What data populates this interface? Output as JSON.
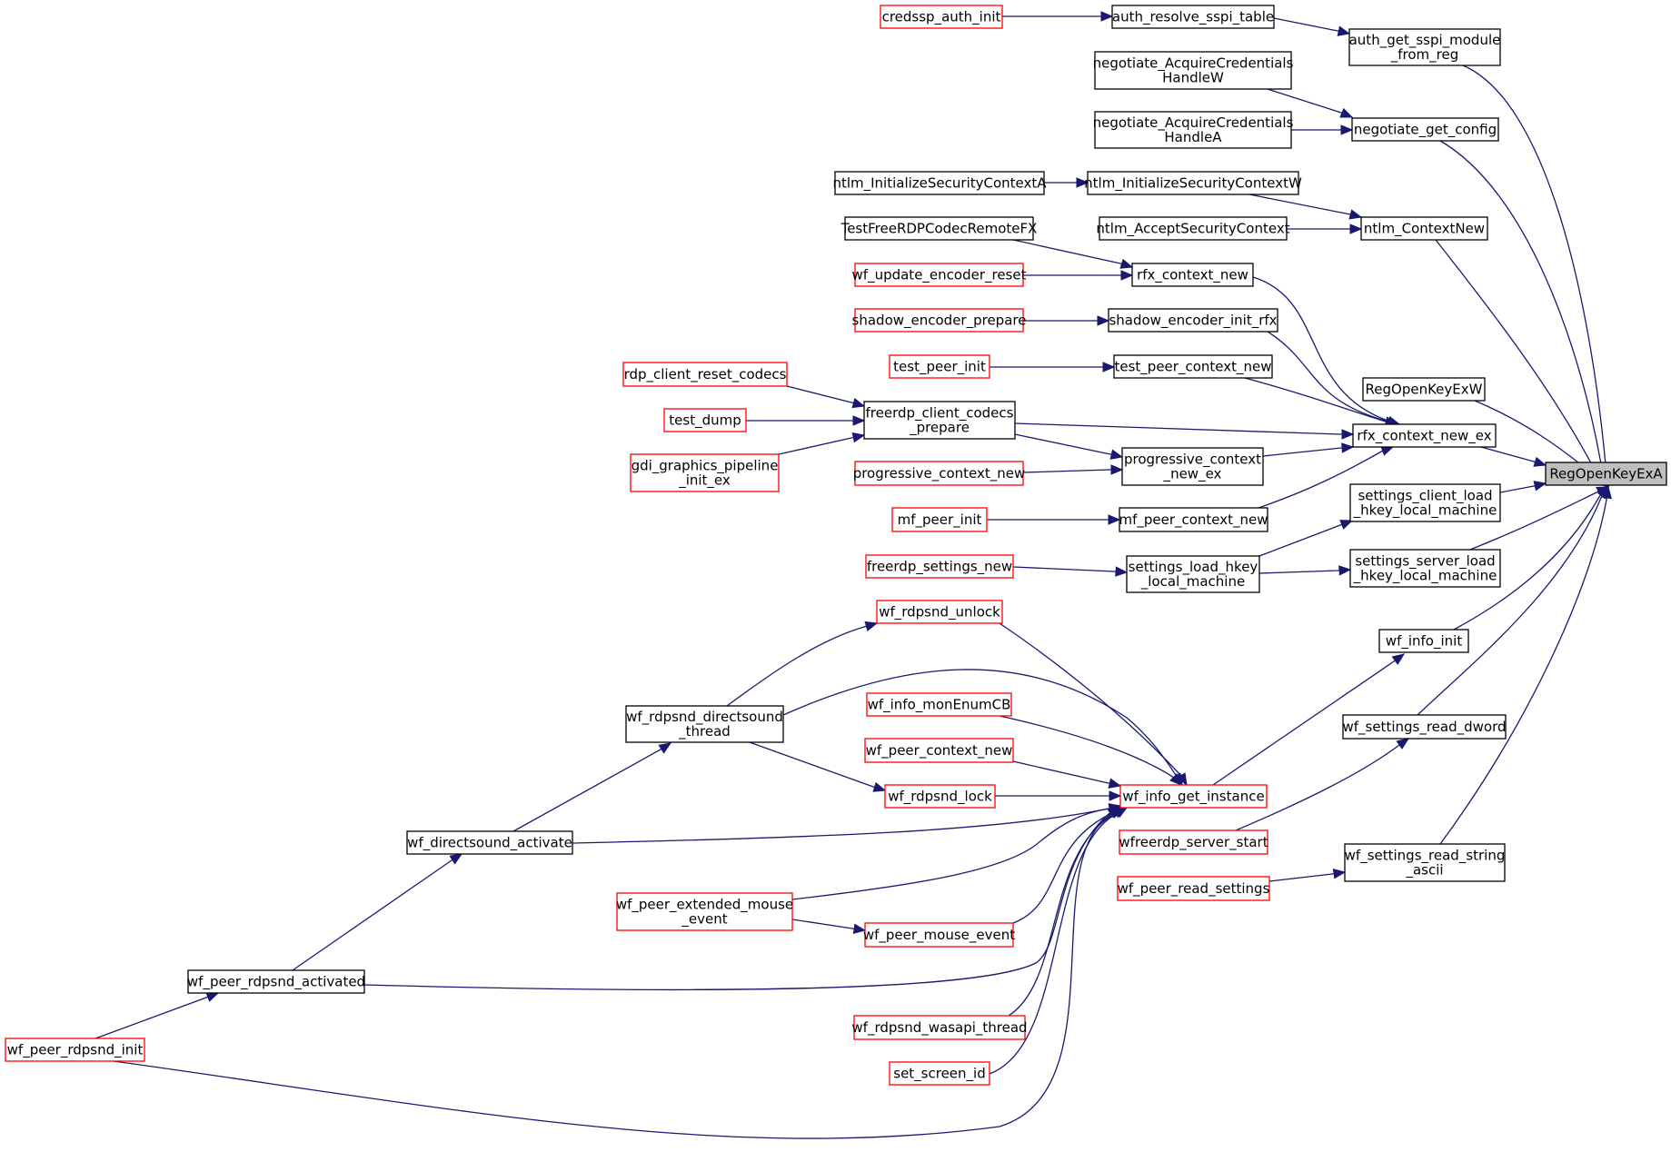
{
  "diagram": {
    "type": "doxygen-caller-graph",
    "colors": {
      "edge": "#191970",
      "node_border": "#000000",
      "node_border_truncated": "#ff0000",
      "node_fill": "#ffffff",
      "root_fill": "#bfbfbf",
      "text": "#000000"
    },
    "nodes": [
      {
        "id": "RegOpenKeyExA",
        "lines": [
          "RegOpenKeyExA"
        ],
        "style": "root"
      },
      {
        "id": "auth_get_sspi_module_from_reg",
        "lines": [
          "auth_get_sspi_module",
          "_from_reg"
        ],
        "style": "normal"
      },
      {
        "id": "auth_resolve_sspi_table",
        "lines": [
          "auth_resolve_sspi_table"
        ],
        "style": "normal"
      },
      {
        "id": "credssp_auth_init",
        "lines": [
          "credssp_auth_init"
        ],
        "style": "truncated"
      },
      {
        "id": "negotiate_get_config",
        "lines": [
          "negotiate_get_config"
        ],
        "style": "normal"
      },
      {
        "id": "negotiate_AcquireCredentialsHandleW",
        "lines": [
          "negotiate_AcquireCredentials",
          "HandleW"
        ],
        "style": "normal"
      },
      {
        "id": "negotiate_AcquireCredentialsHandleA",
        "lines": [
          "negotiate_AcquireCredentials",
          "HandleA"
        ],
        "style": "normal"
      },
      {
        "id": "ntlm_ContextNew",
        "lines": [
          "ntlm_ContextNew"
        ],
        "style": "normal"
      },
      {
        "id": "ntlm_InitializeSecurityContextW",
        "lines": [
          "ntlm_InitializeSecurityContextW"
        ],
        "style": "normal"
      },
      {
        "id": "ntlm_InitializeSecurityContextA",
        "lines": [
          "ntlm_InitializeSecurityContextA"
        ],
        "style": "normal"
      },
      {
        "id": "ntlm_AcceptSecurityContext",
        "lines": [
          "ntlm_AcceptSecurityContext"
        ],
        "style": "normal"
      },
      {
        "id": "RegOpenKeyExW",
        "lines": [
          "RegOpenKeyExW"
        ],
        "style": "normal"
      },
      {
        "id": "rfx_context_new_ex",
        "lines": [
          "rfx_context_new_ex"
        ],
        "style": "normal"
      },
      {
        "id": "rfx_context_new",
        "lines": [
          "rfx_context_new"
        ],
        "style": "normal"
      },
      {
        "id": "TestFreeRDPCodecRemoteFX",
        "lines": [
          "TestFreeRDPCodecRemoteFX"
        ],
        "style": "normal"
      },
      {
        "id": "wf_update_encoder_reset",
        "lines": [
          "wf_update_encoder_reset"
        ],
        "style": "truncated"
      },
      {
        "id": "shadow_encoder_init_rfx",
        "lines": [
          "shadow_encoder_init_rfx"
        ],
        "style": "normal"
      },
      {
        "id": "shadow_encoder_prepare",
        "lines": [
          "shadow_encoder_prepare"
        ],
        "style": "truncated"
      },
      {
        "id": "test_peer_context_new",
        "lines": [
          "test_peer_context_new"
        ],
        "style": "normal"
      },
      {
        "id": "test_peer_init",
        "lines": [
          "test_peer_init"
        ],
        "style": "truncated"
      },
      {
        "id": "freerdp_client_codecs_prepare",
        "lines": [
          "freerdp_client_codecs",
          "_prepare"
        ],
        "style": "normal"
      },
      {
        "id": "rdp_client_reset_codecs",
        "lines": [
          "rdp_client_reset_codecs"
        ],
        "style": "truncated"
      },
      {
        "id": "test_dump",
        "lines": [
          "test_dump"
        ],
        "style": "truncated"
      },
      {
        "id": "gdi_graphics_pipeline_init_ex",
        "lines": [
          "gdi_graphics_pipeline",
          "_init_ex"
        ],
        "style": "truncated"
      },
      {
        "id": "progressive_context_new_ex",
        "lines": [
          "progressive_context",
          "_new_ex"
        ],
        "style": "normal"
      },
      {
        "id": "progressive_context_new",
        "lines": [
          "progressive_context_new"
        ],
        "style": "truncated"
      },
      {
        "id": "mf_peer_context_new",
        "lines": [
          "mf_peer_context_new"
        ],
        "style": "normal"
      },
      {
        "id": "mf_peer_init",
        "lines": [
          "mf_peer_init"
        ],
        "style": "truncated"
      },
      {
        "id": "settings_client_load_hkey_local_machine",
        "lines": [
          "settings_client_load",
          "_hkey_local_machine"
        ],
        "style": "normal"
      },
      {
        "id": "settings_server_load_hkey_local_machine",
        "lines": [
          "settings_server_load",
          "_hkey_local_machine"
        ],
        "style": "normal"
      },
      {
        "id": "settings_load_hkey_local_machine",
        "lines": [
          "settings_load_hkey",
          "_local_machine"
        ],
        "style": "normal"
      },
      {
        "id": "freerdp_settings_new",
        "lines": [
          "freerdp_settings_new"
        ],
        "style": "truncated"
      },
      {
        "id": "wf_info_init",
        "lines": [
          "wf_info_init"
        ],
        "style": "normal"
      },
      {
        "id": "wf_info_get_instance",
        "lines": [
          "wf_info_get_instance"
        ],
        "style": "truncated"
      },
      {
        "id": "wf_rdpsnd_unlock",
        "lines": [
          "wf_rdpsnd_unlock"
        ],
        "style": "truncated"
      },
      {
        "id": "wf_info_monEnumCB",
        "lines": [
          "wf_info_monEnumCB"
        ],
        "style": "truncated"
      },
      {
        "id": "wf_peer_context_new",
        "lines": [
          "wf_peer_context_new"
        ],
        "style": "truncated"
      },
      {
        "id": "wf_rdpsnd_lock",
        "lines": [
          "wf_rdpsnd_lock"
        ],
        "style": "truncated"
      },
      {
        "id": "wf_rdpsnd_directsound_thread",
        "lines": [
          "wf_rdpsnd_directsound",
          "_thread"
        ],
        "style": "normal"
      },
      {
        "id": "wf_directsound_activate",
        "lines": [
          "wf_directsound_activate"
        ],
        "style": "normal"
      },
      {
        "id": "wf_peer_rdpsnd_activated",
        "lines": [
          "wf_peer_rdpsnd_activated"
        ],
        "style": "normal"
      },
      {
        "id": "wf_peer_rdpsnd_init",
        "lines": [
          "wf_peer_rdpsnd_init"
        ],
        "style": "truncated"
      },
      {
        "id": "wf_peer_extended_mouse_event",
        "lines": [
          "wf_peer_extended_mouse",
          "_event"
        ],
        "style": "truncated"
      },
      {
        "id": "wf_peer_mouse_event",
        "lines": [
          "wf_peer_mouse_event"
        ],
        "style": "truncated"
      },
      {
        "id": "wf_rdpsnd_wasapi_thread",
        "lines": [
          "wf_rdpsnd_wasapi_thread"
        ],
        "style": "truncated"
      },
      {
        "id": "set_screen_id",
        "lines": [
          "set_screen_id"
        ],
        "style": "truncated"
      },
      {
        "id": "wf_settings_read_dword",
        "lines": [
          "wf_settings_read_dword"
        ],
        "style": "normal"
      },
      {
        "id": "wfreerdp_server_start",
        "lines": [
          "wfreerdp_server_start"
        ],
        "style": "truncated"
      },
      {
        "id": "wf_settings_read_string_ascii",
        "lines": [
          "wf_settings_read_string",
          "_ascii"
        ],
        "style": "normal"
      },
      {
        "id": "wf_peer_read_settings",
        "lines": [
          "wf_peer_read_settings"
        ],
        "style": "truncated"
      }
    ],
    "edges": [
      {
        "from": "auth_get_sspi_module_from_reg",
        "to": "RegOpenKeyExA"
      },
      {
        "from": "auth_resolve_sspi_table",
        "to": "auth_get_sspi_module_from_reg"
      },
      {
        "from": "credssp_auth_init",
        "to": "auth_resolve_sspi_table"
      },
      {
        "from": "negotiate_get_config",
        "to": "RegOpenKeyExA"
      },
      {
        "from": "negotiate_AcquireCredentialsHandleW",
        "to": "negotiate_get_config"
      },
      {
        "from": "negotiate_AcquireCredentialsHandleA",
        "to": "negotiate_get_config"
      },
      {
        "from": "ntlm_ContextNew",
        "to": "RegOpenKeyExA"
      },
      {
        "from": "ntlm_InitializeSecurityContextW",
        "to": "ntlm_ContextNew"
      },
      {
        "from": "ntlm_InitializeSecurityContextA",
        "to": "ntlm_InitializeSecurityContextW"
      },
      {
        "from": "ntlm_AcceptSecurityContext",
        "to": "ntlm_ContextNew"
      },
      {
        "from": "RegOpenKeyExW",
        "to": "RegOpenKeyExA"
      },
      {
        "from": "rfx_context_new_ex",
        "to": "RegOpenKeyExA"
      },
      {
        "from": "rfx_context_new",
        "to": "rfx_context_new_ex"
      },
      {
        "from": "TestFreeRDPCodecRemoteFX",
        "to": "rfx_context_new"
      },
      {
        "from": "wf_update_encoder_reset",
        "to": "rfx_context_new"
      },
      {
        "from": "shadow_encoder_init_rfx",
        "to": "rfx_context_new_ex"
      },
      {
        "from": "shadow_encoder_prepare",
        "to": "shadow_encoder_init_rfx"
      },
      {
        "from": "test_peer_context_new",
        "to": "rfx_context_new_ex"
      },
      {
        "from": "test_peer_init",
        "to": "test_peer_context_new"
      },
      {
        "from": "freerdp_client_codecs_prepare",
        "to": "rfx_context_new_ex"
      },
      {
        "from": "freerdp_client_codecs_prepare",
        "to": "progressive_context_new_ex"
      },
      {
        "from": "rdp_client_reset_codecs",
        "to": "freerdp_client_codecs_prepare"
      },
      {
        "from": "test_dump",
        "to": "freerdp_client_codecs_prepare"
      },
      {
        "from": "gdi_graphics_pipeline_init_ex",
        "to": "freerdp_client_codecs_prepare"
      },
      {
        "from": "progressive_context_new_ex",
        "to": "rfx_context_new_ex"
      },
      {
        "from": "progressive_context_new",
        "to": "progressive_context_new_ex"
      },
      {
        "from": "mf_peer_context_new",
        "to": "rfx_context_new_ex"
      },
      {
        "from": "mf_peer_init",
        "to": "mf_peer_context_new"
      },
      {
        "from": "settings_client_load_hkey_local_machine",
        "to": "RegOpenKeyExA"
      },
      {
        "from": "settings_server_load_hkey_local_machine",
        "to": "RegOpenKeyExA"
      },
      {
        "from": "settings_load_hkey_local_machine",
        "to": "settings_client_load_hkey_local_machine"
      },
      {
        "from": "settings_load_hkey_local_machine",
        "to": "settings_server_load_hkey_local_machine"
      },
      {
        "from": "freerdp_settings_new",
        "to": "settings_load_hkey_local_machine"
      },
      {
        "from": "wf_info_init",
        "to": "RegOpenKeyExA"
      },
      {
        "from": "wf_info_get_instance",
        "to": "wf_info_init"
      },
      {
        "from": "wf_rdpsnd_unlock",
        "to": "wf_info_get_instance"
      },
      {
        "from": "wf_info_monEnumCB",
        "to": "wf_info_get_instance"
      },
      {
        "from": "wf_peer_context_new",
        "to": "wf_info_get_instance"
      },
      {
        "from": "wf_rdpsnd_lock",
        "to": "wf_info_get_instance"
      },
      {
        "from": "wf_rdpsnd_directsound_thread",
        "to": "wf_info_get_instance"
      },
      {
        "from": "wf_rdpsnd_directsound_thread",
        "to": "wf_rdpsnd_unlock"
      },
      {
        "from": "wf_rdpsnd_directsound_thread",
        "to": "wf_rdpsnd_lock"
      },
      {
        "from": "wf_directsound_activate",
        "to": "wf_rdpsnd_directsound_thread"
      },
      {
        "from": "wf_directsound_activate",
        "to": "wf_info_get_instance"
      },
      {
        "from": "wf_peer_rdpsnd_activated",
        "to": "wf_directsound_activate"
      },
      {
        "from": "wf_peer_rdpsnd_activated",
        "to": "wf_info_get_instance"
      },
      {
        "from": "wf_peer_rdpsnd_init",
        "to": "wf_peer_rdpsnd_activated"
      },
      {
        "from": "wf_peer_rdpsnd_init",
        "to": "wf_info_get_instance"
      },
      {
        "from": "wf_peer_extended_mouse_event",
        "to": "wf_info_get_instance"
      },
      {
        "from": "wf_peer_extended_mouse_event",
        "to": "wf_peer_mouse_event"
      },
      {
        "from": "wf_peer_mouse_event",
        "to": "wf_info_get_instance"
      },
      {
        "from": "wf_rdpsnd_wasapi_thread",
        "to": "wf_info_get_instance"
      },
      {
        "from": "set_screen_id",
        "to": "wf_info_get_instance"
      },
      {
        "from": "wf_settings_read_dword",
        "to": "RegOpenKeyExA"
      },
      {
        "from": "wfreerdp_server_start",
        "to": "wf_settings_read_dword"
      },
      {
        "from": "wf_settings_read_string_ascii",
        "to": "RegOpenKeyExA"
      },
      {
        "from": "wf_peer_read_settings",
        "to": "wf_settings_read_string_ascii"
      }
    ]
  }
}
